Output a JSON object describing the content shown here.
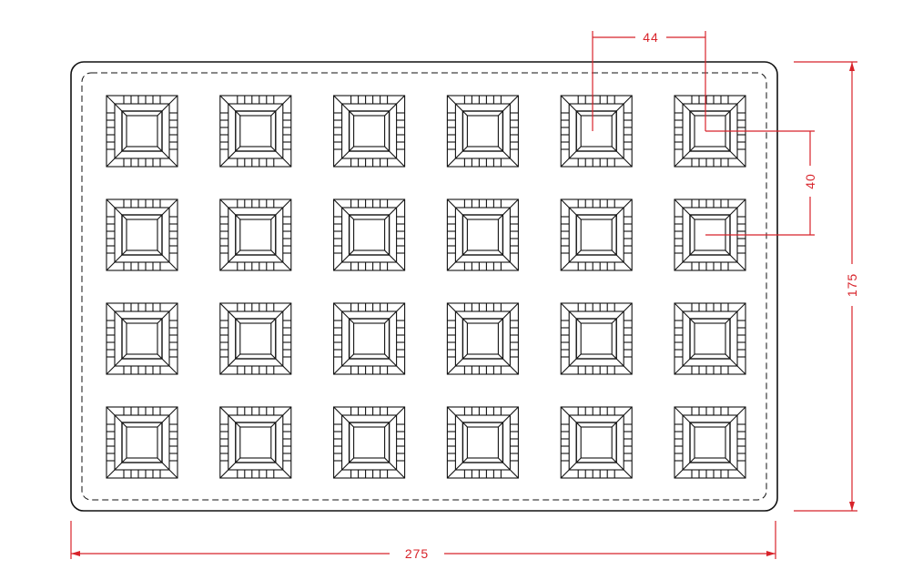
{
  "drawing": {
    "grid": {
      "columns": 6,
      "rows": 4,
      "total_cavities": 24
    },
    "dimensions": {
      "overall_width": "275",
      "overall_height": "175",
      "cavity_pitch_x": "44",
      "cavity_pitch_y": "40"
    },
    "colors": {
      "outline": "#111111",
      "dimension": "#d8232a",
      "background": "#ffffff"
    }
  }
}
